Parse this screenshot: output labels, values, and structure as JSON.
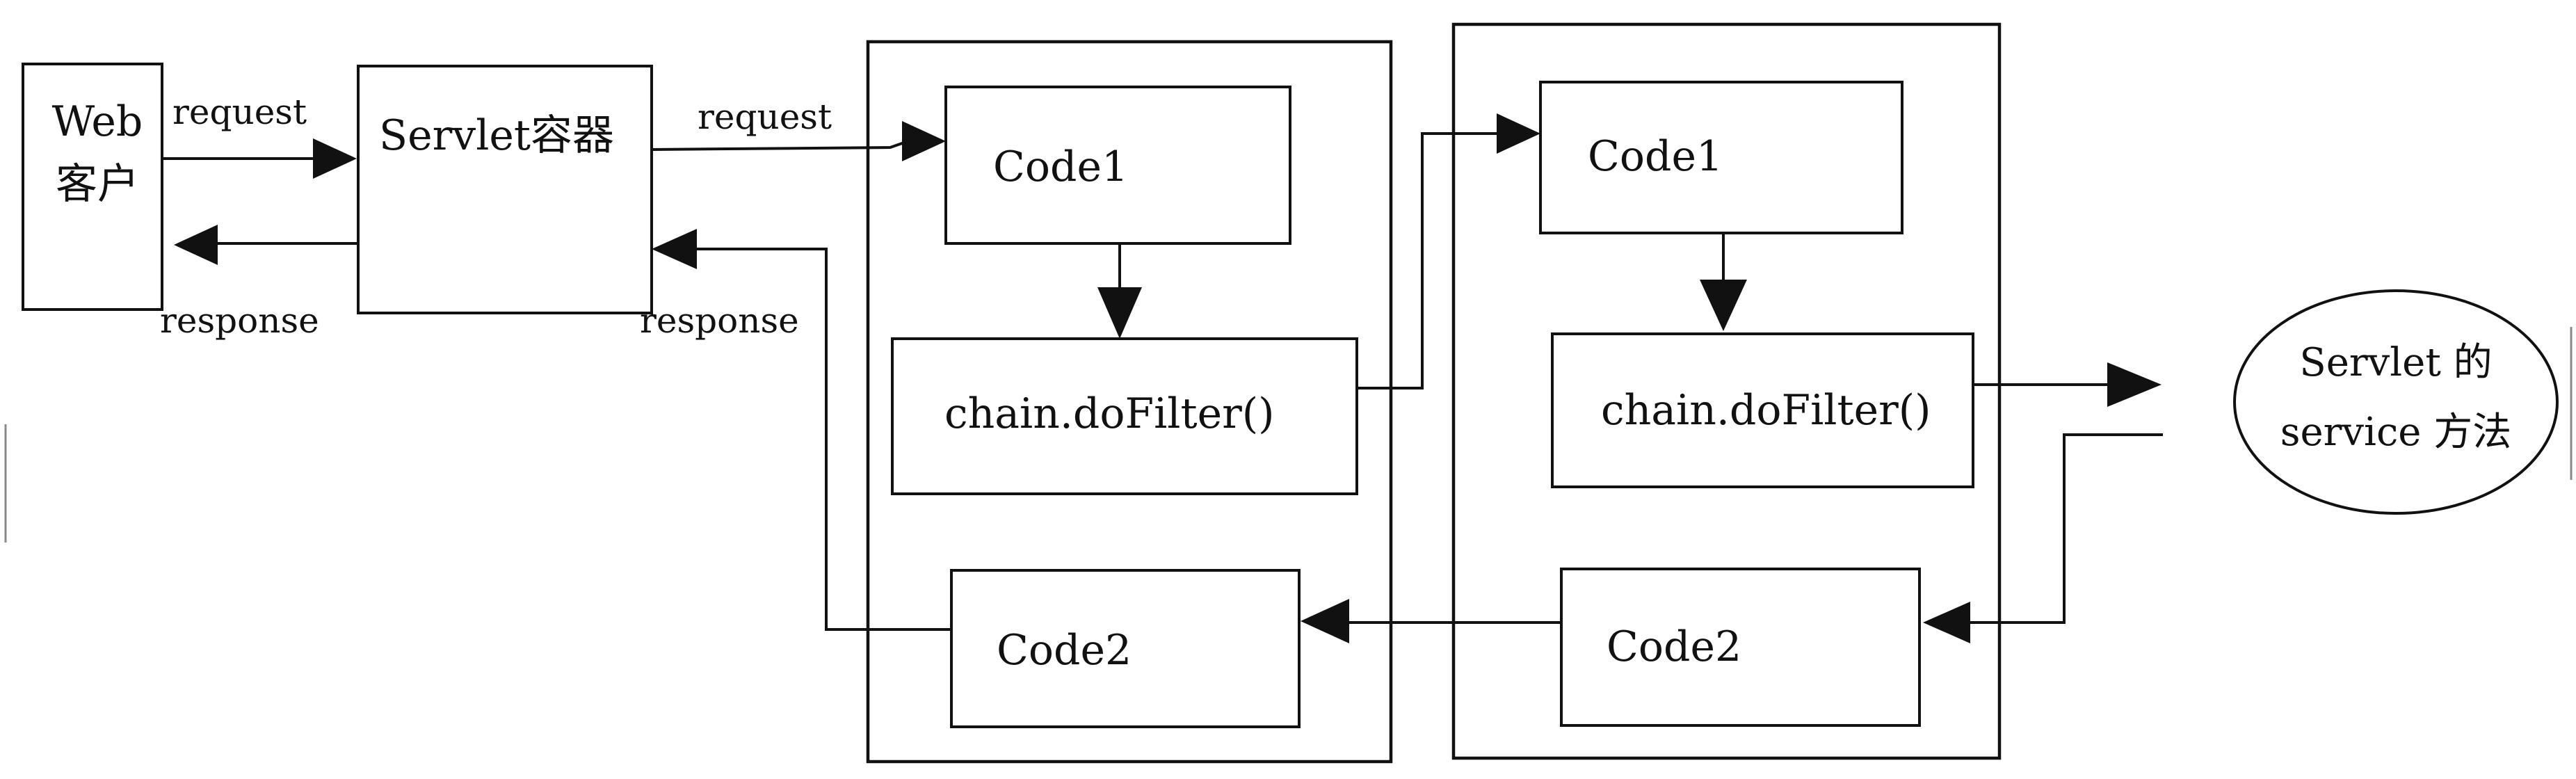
{
  "nodes": {
    "web_client": {
      "line1": "Web",
      "line2": "客户"
    },
    "servlet_container": {
      "label": "Servlet容器"
    },
    "filter1": {
      "code1": "Code1",
      "do_filter": "chain.doFilter()",
      "code2": "Code2"
    },
    "filter2": {
      "code1": "Code1",
      "do_filter": "chain.doFilter()",
      "code2": "Code2"
    },
    "servlet_service": {
      "line1": "Servlet 的",
      "line2": "service 方法"
    }
  },
  "edges": {
    "client_to_container": "request",
    "container_to_client": "response",
    "container_to_filter": "request",
    "filter_to_container": "response"
  },
  "colors": {
    "stroke": "#111111",
    "background": "#ffffff"
  }
}
